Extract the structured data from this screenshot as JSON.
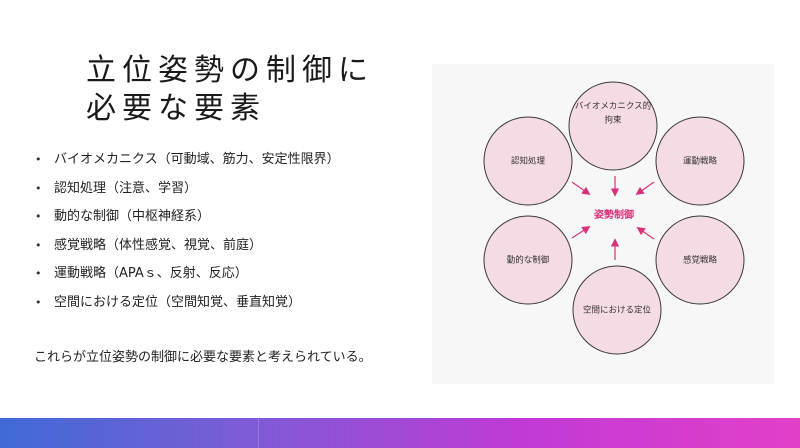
{
  "slide": {
    "title_line1": "立位姿勢の制御に",
    "title_line2": "必要な要素",
    "bullets": [
      "バイオメカニクス（可動域、筋力、安定性限界）",
      "認知処理（注意、学習）",
      "動的な制御（中枢神経系）",
      "感覚戦略（体性感覚、視覚、前庭）",
      "運動戦略（APAｓ、反射、反応）",
      "空間における定位（空間知覚、垂直知覚）"
    ],
    "summary": "これらが立位姿勢の制御に必要な要素と考えられている。"
  },
  "diagram": {
    "center": "姿勢制御",
    "nodes": [
      {
        "line1": "バイオメカニクス的",
        "line2": "拘束"
      },
      {
        "line1": "運動戦略",
        "line2": ""
      },
      {
        "line1": "感覚戦略",
        "line2": ""
      },
      {
        "line1": "空間における定位",
        "line2": ""
      },
      {
        "line1": "動的な制御",
        "line2": ""
      },
      {
        "line1": "認知処理",
        "line2": ""
      }
    ],
    "colors": {
      "circle_fill": "#f4dbe4",
      "circle_stroke": "#3a3a3a",
      "arrow": "#d9327a",
      "center_text": "#d9327a"
    }
  }
}
